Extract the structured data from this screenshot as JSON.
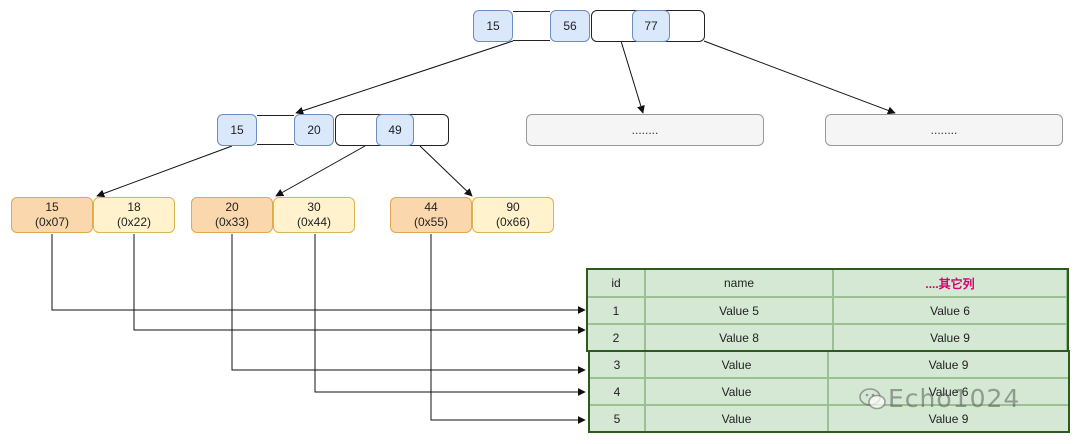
{
  "root_node": {
    "keys": [
      "15",
      "56",
      "77"
    ]
  },
  "level2_node": {
    "keys": [
      "15",
      "20",
      "49"
    ]
  },
  "placeholder_nodes": [
    "........",
    "........"
  ],
  "leaves": [
    {
      "key": "15",
      "addr": "(0x07)"
    },
    {
      "key": "18",
      "addr": "(0x22)"
    },
    {
      "key": "20",
      "addr": "(0x33)"
    },
    {
      "key": "30",
      "addr": "(0x44)"
    },
    {
      "key": "44",
      "addr": "(0x55)"
    },
    {
      "key": "90",
      "addr": "(0x66)"
    }
  ],
  "data_table": {
    "headers": [
      "id",
      "name",
      "....其它列"
    ],
    "rows": [
      [
        "1",
        "Value 5",
        "Value 6"
      ],
      [
        "2",
        "Value 8",
        "Value 9"
      ],
      [
        "3",
        "Value",
        "Value 9"
      ],
      [
        "4",
        "Value",
        "Value 6"
      ],
      [
        "5",
        "Value",
        "Value 9"
      ]
    ]
  },
  "watermark": "Echo1024",
  "colors": {
    "key_fill": "#dae8fc",
    "key_stroke": "#6c8ebf",
    "leaf_orange": "#fad7ac",
    "leaf_yellow": "#fff2cc",
    "table_fill": "#d5e8d4",
    "table_border": "#2e5a1f",
    "header_highlight": "#d6006e"
  }
}
